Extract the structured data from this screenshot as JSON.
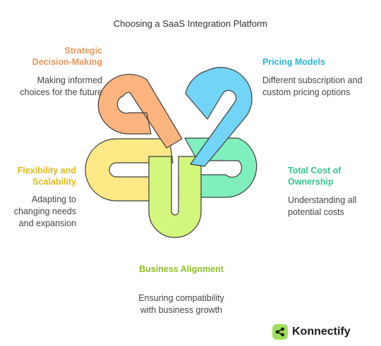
{
  "title": "Choosing a SaaS Integration Platform",
  "segments": [
    {
      "id": "strategic",
      "heading": "Strategic Decision-Making",
      "text": "Making informed choices for the future",
      "color": "#fbb47e"
    },
    {
      "id": "pricing",
      "heading": "Pricing Models",
      "text": "Different subscription and custom pricing options",
      "color": "#72d4f6"
    },
    {
      "id": "tco",
      "heading": "Total Cost of Ownership",
      "text": "Understanding all potential costs",
      "color": "#7ff0bd"
    },
    {
      "id": "flex",
      "heading": "Flexibility and Scalability",
      "text": "Adapting to changing needs and expansion",
      "color": "#fde985"
    },
    {
      "id": "business",
      "heading": "Business Alignment",
      "text": "Ensuring compatibility with business growth",
      "color": "#d3f67c"
    }
  ],
  "brand": {
    "name": "Konnectify",
    "icon": "share-nodes-icon"
  }
}
